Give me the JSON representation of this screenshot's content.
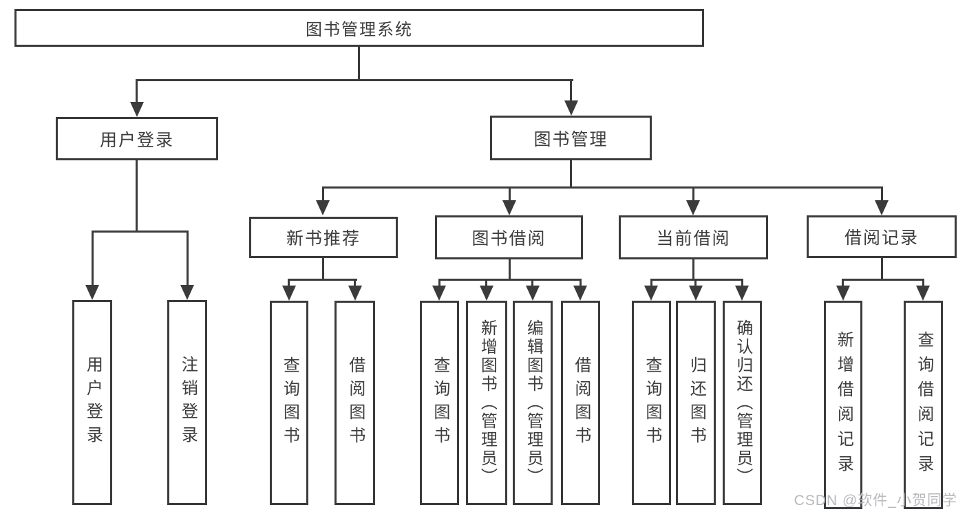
{
  "diagram": {
    "root": {
      "label": "图书管理系统"
    },
    "branches": [
      {
        "label": "用户登录",
        "children": [
          {
            "label": "用户登录"
          },
          {
            "label": "注销登录"
          }
        ]
      },
      {
        "label": "图书管理",
        "children": [
          {
            "label": "新书推荐",
            "children": [
              {
                "label": "查询图书"
              },
              {
                "label": "借阅图书"
              }
            ]
          },
          {
            "label": "图书借阅",
            "children": [
              {
                "label": "查询图书"
              },
              {
                "label": "新增图书（管理员）"
              },
              {
                "label": "编辑图书（管理员）"
              },
              {
                "label": "借阅图书"
              }
            ]
          },
          {
            "label": "当前借阅",
            "children": [
              {
                "label": "查询图书"
              },
              {
                "label": "归还图书"
              },
              {
                "label": "确认归还（管理员）"
              }
            ]
          },
          {
            "label": "借阅记录",
            "children": [
              {
                "label": "新增借阅记录"
              },
              {
                "label": "查询借阅记录"
              }
            ]
          }
        ]
      }
    ]
  },
  "watermark": {
    "text": "CSDN @软件_小贺同学"
  },
  "colors": {
    "line": "#3b3b3b",
    "text": "#3d3d3d",
    "watermark": "#b6b9bd",
    "background": "#ffffff"
  }
}
